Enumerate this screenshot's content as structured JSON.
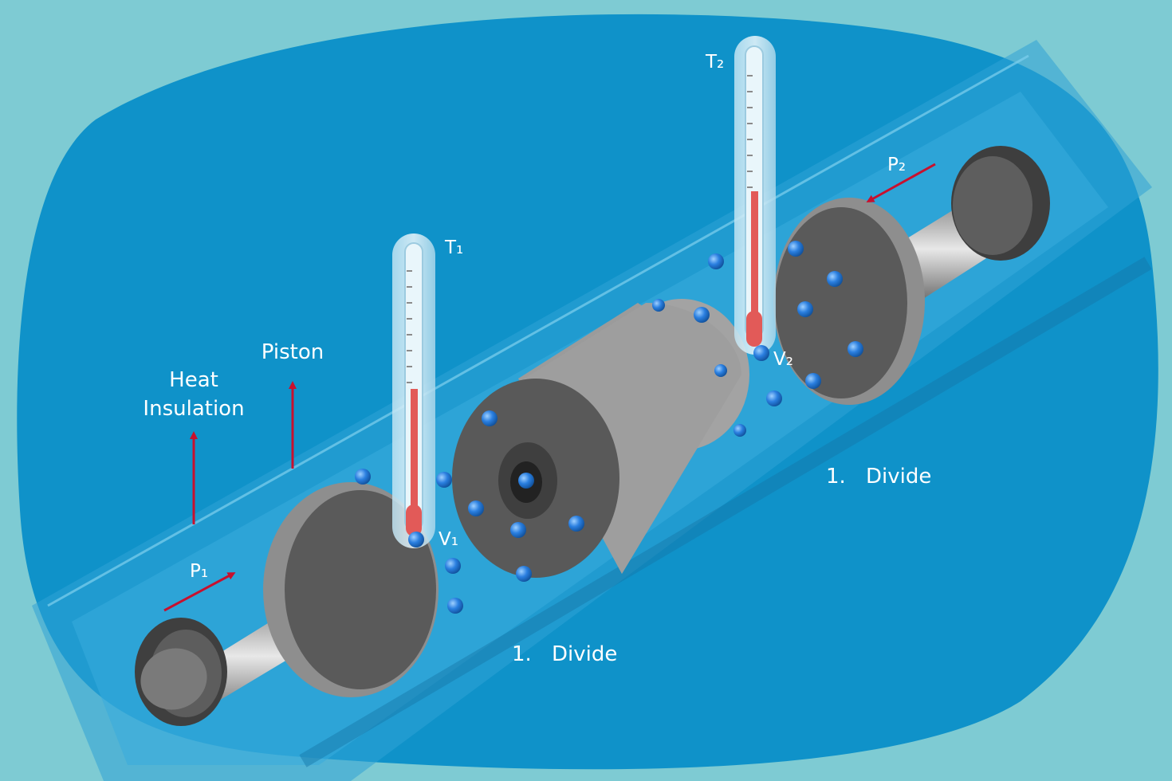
{
  "labels": {
    "heat_insulation_line1": "Heat",
    "heat_insulation_line2": "Insulation",
    "piston": "Piston",
    "t1": "T₁",
    "t2": "T₂",
    "v1": "V₁",
    "v2": "V₂",
    "p1": "P₁",
    "p2": "P₂",
    "divide_bottom_num": "1.",
    "divide_bottom_text": "Divide",
    "divide_right_num": "1.",
    "divide_right_text": "Divide"
  },
  "colors": {
    "page_background": "#7ecbd3",
    "panel": "#0f92c9",
    "tube_glass": "#3aa9d8",
    "piston_face": "#5a5a5a",
    "piston_rim": "#8e8e8e",
    "plug_body": "#9b9b9b",
    "rod": "#8a8a8a",
    "molecule": "#2a7fe0",
    "arrow": "#c8102e",
    "mercury": "#e25a58",
    "thermometer_glass": "#d9eef7"
  },
  "icons": {
    "thermometer_left": "thermometer-icon",
    "thermometer_right": "thermometer-icon",
    "molecule": "molecule-icon",
    "arrow": "arrow-icon"
  }
}
